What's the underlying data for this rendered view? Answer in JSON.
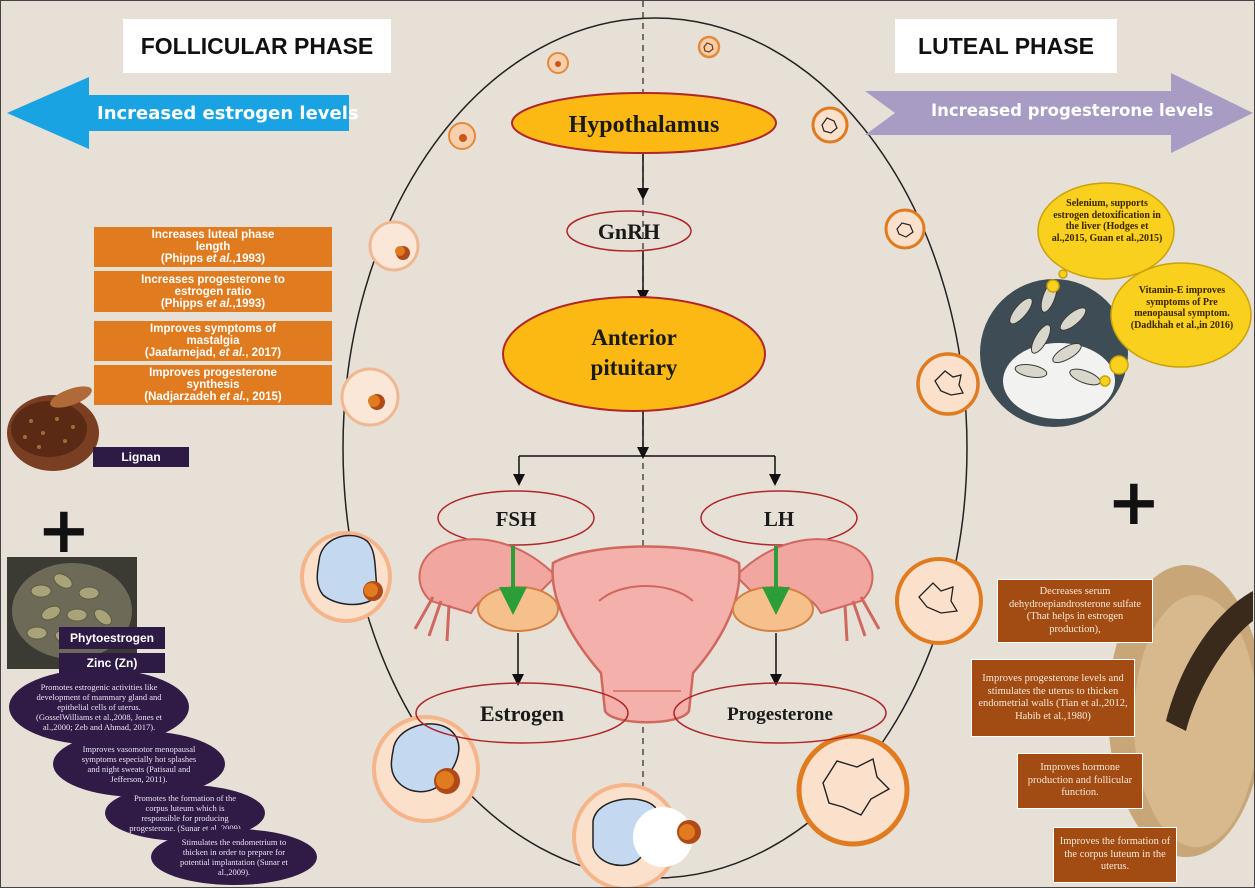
{
  "follicular": {
    "title": "FOLLICULAR   PHASE",
    "arrow_label": "Increased estrogen levels",
    "arrow_color": "#1aa3e3"
  },
  "luteal": {
    "title": "LUTEAL   PHASE",
    "arrow_label": "Increased progesterone levels",
    "arrow_color": "#a99cc4"
  },
  "axis": {
    "hypothalamus": "Hypothalamus",
    "gnrh": "GnRH",
    "anterior_pituitary_line1": "Anterior",
    "anterior_pituitary_line2": "pituitary",
    "fsh": "FSH",
    "lh": "LH",
    "estrogen": "Estrogen",
    "progesterone": "Progesterone",
    "gland_color": "#fdb913",
    "outline_color": "#b0262b"
  },
  "lignan": {
    "label": "Lignan",
    "benefits": [
      {
        "line1": "Increases luteal phase",
        "line2": "length",
        "cite_pre": "(Phipps ",
        "cite_em": "et al.",
        "cite_post": ",1993)"
      },
      {
        "line1": "Increases progesterone to",
        "line2": "estrogen ratio",
        "cite_pre": "(Phipps ",
        "cite_em": "et al.",
        "cite_post": ",1993)"
      },
      {
        "line1": "Improves symptoms of",
        "line2": "mastalgia",
        "cite_pre": "(Jaafarnejad, ",
        "cite_em": "et al.",
        "cite_post": ", 2017)"
      },
      {
        "line1": "Improves progesterone",
        "line2": "synthesis",
        "cite_pre": "(Nadjarzadeh ",
        "cite_em": "et al.",
        "cite_post": ", 2015)"
      }
    ]
  },
  "pumpkin": {
    "label_phyto": "Phytoestrogen",
    "label_zinc": "Zinc (Zn)",
    "benefits": [
      "Promotes estrogenic activities like development of mammary gland and epithelial cells of uterus. (GosselWilliams et al.,2008, Jones et al.,2000; Zeb and Ahmad, 2017).",
      "Improves vasomotor menopausal symptoms especially hot splashes and night sweats (Patisaul and Jefferson, 2011).",
      "Promotes the formation of the corpus luteum which is responsible for producing progesterone. (Sunar et al.,2009)",
      "Stimulates the endometrium to thicken in order to prepare for potential implantation (Sunar et al.,2009)."
    ]
  },
  "sunflower": {
    "bubble1": "Selenium, supports estrogen detoxification in the liver (Hodges et al.,2015, Guan et al.,2015)",
    "bubble2": "Vitamin-E improves symptoms of Pre menopausal symptom. (Dadkhah et al.,in 2016)",
    "bubble_color": "#f9d01d"
  },
  "sesame": {
    "benefits": [
      "Decreases serum dehydroepiandrosterone sulfate (That helps in estrogen production),",
      "Improves progesterone levels and stimulates the uterus to thicken endometrial walls (Tian et al.,2012, Habib et al.,1980)",
      "Improves hormone production and follicular function.",
      "Improves the formation of the corpus luteum in the uterus."
    ]
  },
  "plus_sign": "+"
}
